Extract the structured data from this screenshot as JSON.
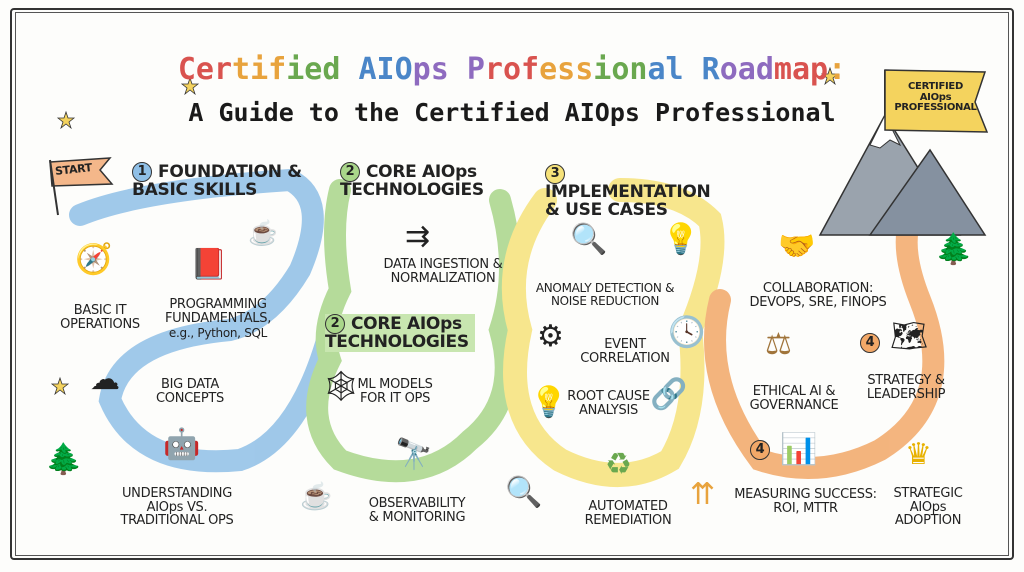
{
  "title": "Certified AIOps Professional Roadmap:",
  "subtitle": "A Guide to the Certified AIOps Professional",
  "start_flag": "START",
  "goal_flag": "CERTIFIED AIOps PROFESSIONAL",
  "stages": [
    {
      "number": "1",
      "label": "FOUNDATION & BASIC SKILLS",
      "color": "#8fbfe6"
    },
    {
      "number": "2",
      "label": "CORE AIOps TECHNOLOGIES",
      "color": "#a9d68a"
    },
    {
      "number": "2",
      "label": "CORE AIOps TECHNOLOGIES",
      "color": "#a9d68a"
    },
    {
      "number": "3",
      "label": "IMPLEMENTATION & USE CASES",
      "color": "#f6e27a"
    },
    {
      "number": "4",
      "label": "",
      "color": "#f2a868"
    },
    {
      "number": "4",
      "label": "",
      "color": "#f2a868"
    }
  ],
  "topics": {
    "basic_it": "BASIC IT OPERATIONS",
    "programming": "PROGRAMMING FUNDAMENTALS,",
    "programming_sub": "e.g., Python, SQL",
    "big_data": "BIG DATA CONCEPTS",
    "understanding": "UNDERSTANDING AIOps VS. TRADITIONAL OPS",
    "ingestion": "DATA INGESTION & NORMALIZATION",
    "ml_models": "ML MODELS FOR IT OPS",
    "observability": "OBSERVABILITY & MONITORING",
    "anomaly": "ANOMALY DETECTION & NOISE REDUCTION",
    "event": "EVENT CORRELATION",
    "root_cause": "ROOT CAUSE ANALYSIS",
    "remediation": "AUTOMATED REMEDIATION",
    "collaboration": "COLLABORATION: DEVOPS, SRE, FINOPS",
    "ethical": "ETHICAL AI & GOVERNANCE",
    "strategy": "STRATEGY & LEADERSHIP",
    "measuring": "MEASURING SUCCESS: ROI, MTTR",
    "adoption": "STRATEGIC AIOps ADOPTION"
  },
  "title_colors": [
    "#d9534f",
    "#e8a33d",
    "#6aa84f",
    "#4a86c8",
    "#8e6bbf"
  ]
}
